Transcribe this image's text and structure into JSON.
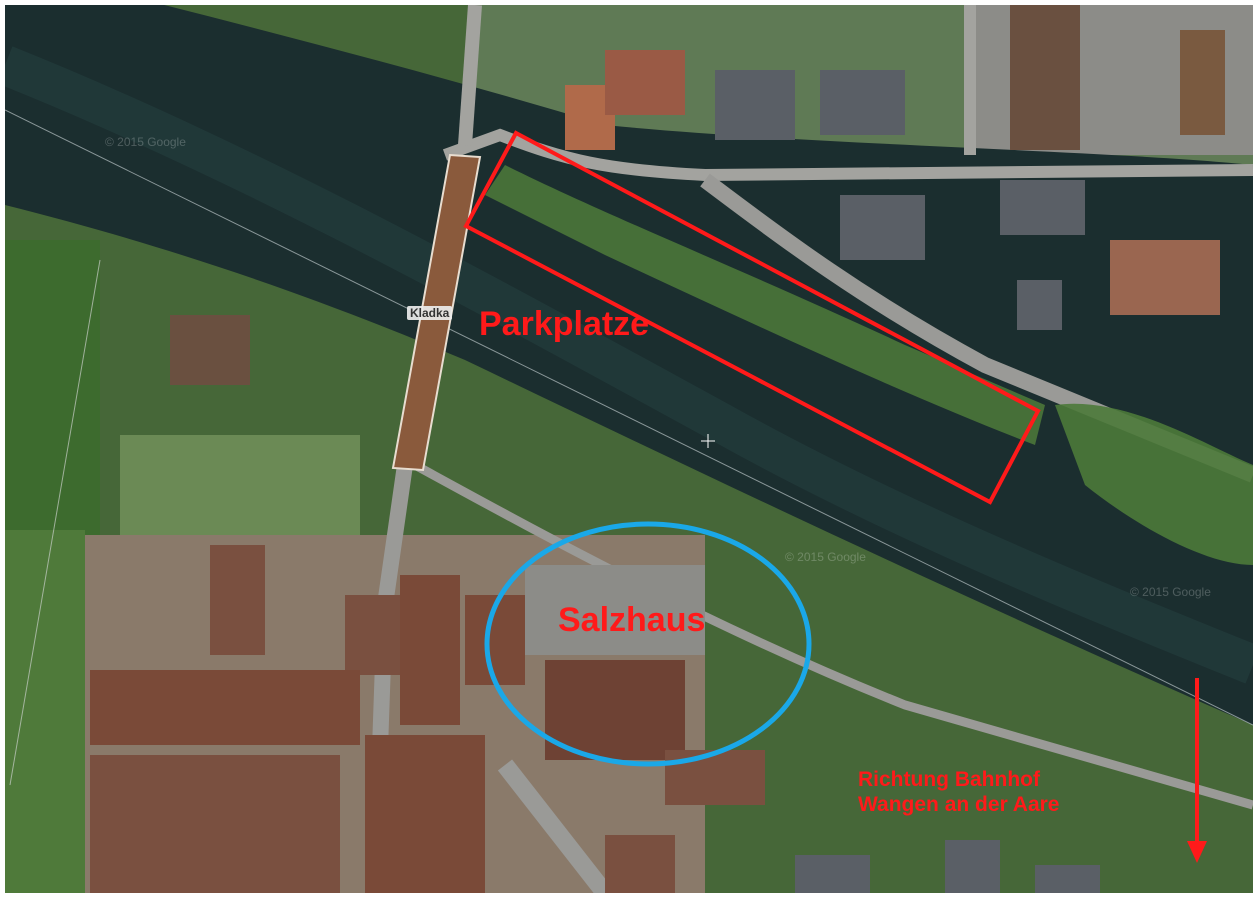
{
  "map": {
    "bridge_label": "Kladka",
    "watermark_text": "© 2015 Google",
    "areas": [
      {
        "id": "parkplatze",
        "label": "Parkplatze",
        "shape": "rectangle",
        "color": "#ff1a1a"
      },
      {
        "id": "salzhaus",
        "label": "Salzhaus",
        "shape": "ellipse",
        "color": "#1aa8e8",
        "label_color": "#ff1a1a"
      }
    ],
    "direction": {
      "line1": "Richtung Bahnhof",
      "line2": "Wangen an der Aare",
      "arrow": "arrow-down-icon",
      "color": "#ff1a1a"
    },
    "colors": {
      "river": "#1b2e2f",
      "vegetation": "#4a6b3a",
      "roads": "#9a9a97",
      "roofs": "#7a4a3a"
    }
  }
}
